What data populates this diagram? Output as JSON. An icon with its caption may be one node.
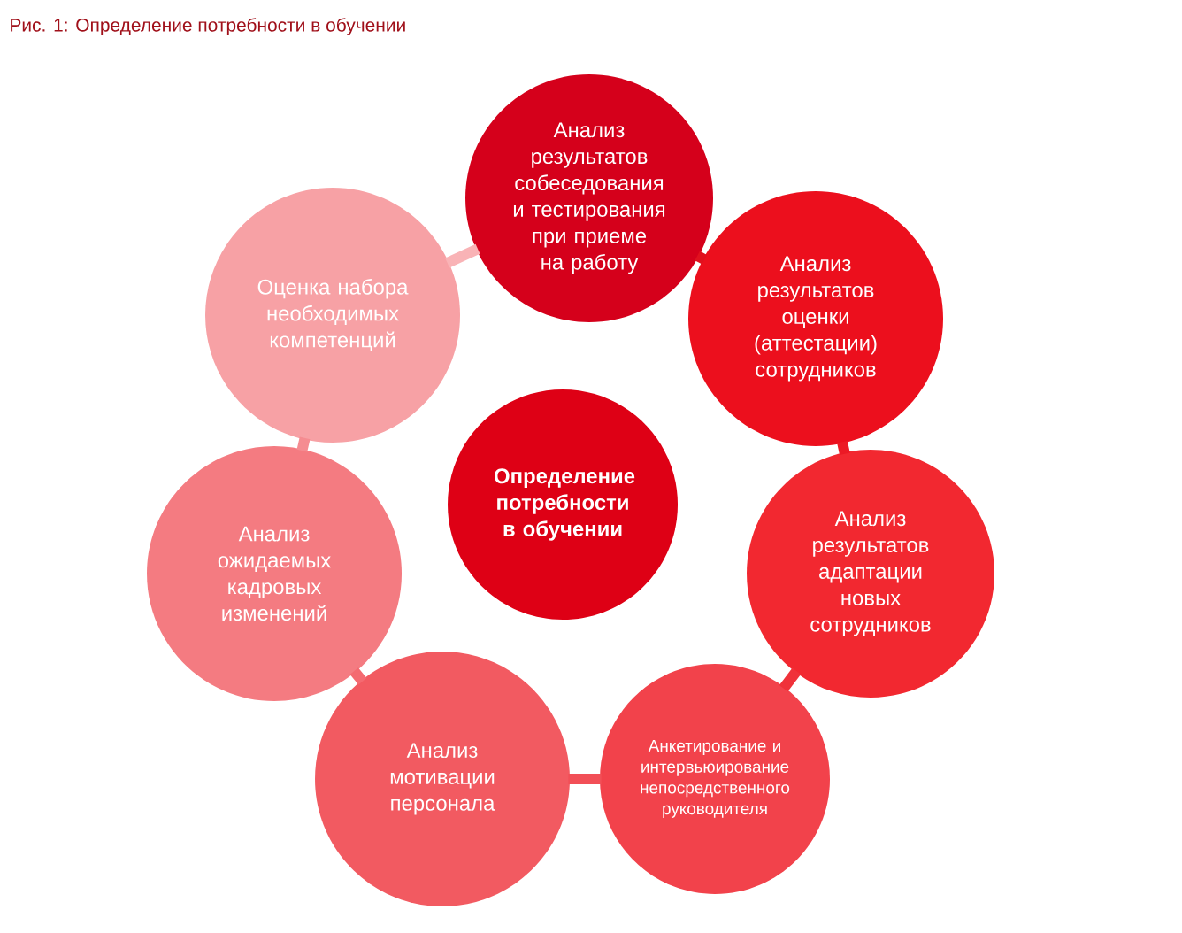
{
  "diagram": {
    "title": "Рис. 1: Определение потребности в обучении",
    "nodes": [
      {
        "text": [
          "Анализ результатов собеседования и тестирования при приеме на работу"
        ]
      },
      {
        "text": [
          "Оценка набора необходимых компетенций"
        ]
      },
      {
        "text": [
          "Анализ результатов оценки (аттестации) сотрудников"
        ]
      },
      {
        "text": [
          "Определение потребности в обучении"
        ]
      },
      {
        "text": [
          "Анализ ожидаемых кадровых изменений"
        ]
      },
      {
        "text": [
          "Анализ результатов адаптации новых сотрудников"
        ]
      },
      {
        "text": [
          "Анализ мотивации персонала"
        ]
      },
      {
        "text": [
          "Анкетирование и интервьюирование непосредственного руководителя"
        ]
      }
    ],
    "edges": [
      {
        "from": 0,
        "to": 2,
        "arrow": "none",
        "color": "#e0101e"
      },
      {
        "from": 2,
        "to": 5,
        "arrow": "none",
        "color": "#ec1a25"
      },
      {
        "from": 5,
        "to": 7,
        "arrow": "none",
        "color": "#f0323a"
      },
      {
        "from": 7,
        "to": 6,
        "arrow": "none",
        "color": "#f24f57"
      },
      {
        "from": 6,
        "to": 4,
        "arrow": "none",
        "color": "#f46a71"
      },
      {
        "from": 4,
        "to": 1,
        "arrow": "none",
        "color": "#f58c91"
      },
      {
        "from": 1,
        "to": 0,
        "arrow": "none",
        "color": "#f9b3b6"
      }
    ]
  }
}
